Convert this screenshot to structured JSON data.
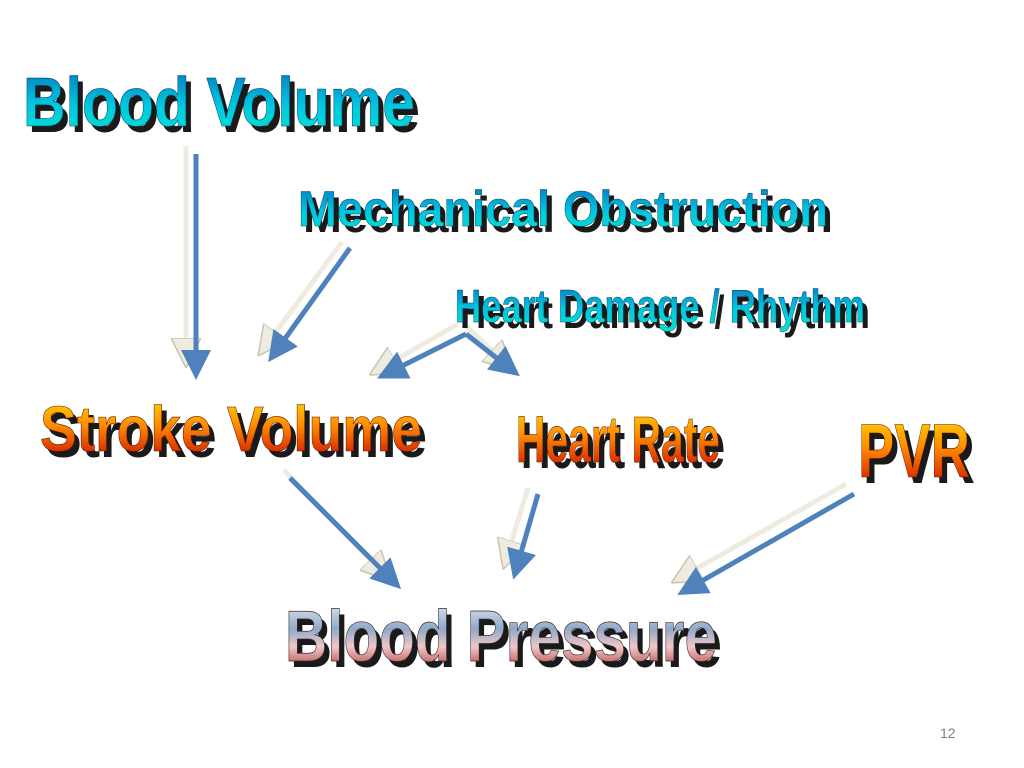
{
  "diagram": {
    "nodes": {
      "blood_volume": "Blood Volume",
      "mechanical_obstruction": "Mechanical Obstruction",
      "heart_damage_rhythm": "Heart Damage / Rhythm",
      "stroke_volume": "Stroke Volume",
      "heart_rate": "Heart Rate",
      "pvr": "PVR",
      "blood_pressure": "Blood Pressure"
    },
    "edges": [
      {
        "from": "Blood Volume",
        "to": "Stroke Volume"
      },
      {
        "from": "Mechanical Obstruction",
        "to": "Stroke Volume"
      },
      {
        "from": "Heart Damage / Rhythm",
        "to": "Stroke Volume"
      },
      {
        "from": "Heart Damage / Rhythm",
        "to": "Heart Rate"
      },
      {
        "from": "Stroke Volume",
        "to": "Blood Pressure"
      },
      {
        "from": "Heart Rate",
        "to": "Blood Pressure"
      },
      {
        "from": "PVR",
        "to": "Blood Pressure"
      }
    ]
  },
  "colors": {
    "arrow_blue": "#4f81bd",
    "arrow_ghost": "#eeece1",
    "cyan_blue_gradient": [
      "#00e5e5",
      "#0070c0"
    ],
    "orange_red_gradient": [
      "#ffd700",
      "#ff8c00",
      "#cc0000"
    ],
    "chrome_red_gradient": [
      "#dfe6f0",
      "#8aa6c8",
      "#e8a0a0",
      "#a01818"
    ],
    "shadow": "#1a1a1a"
  },
  "slide": {
    "page_number": "12"
  }
}
